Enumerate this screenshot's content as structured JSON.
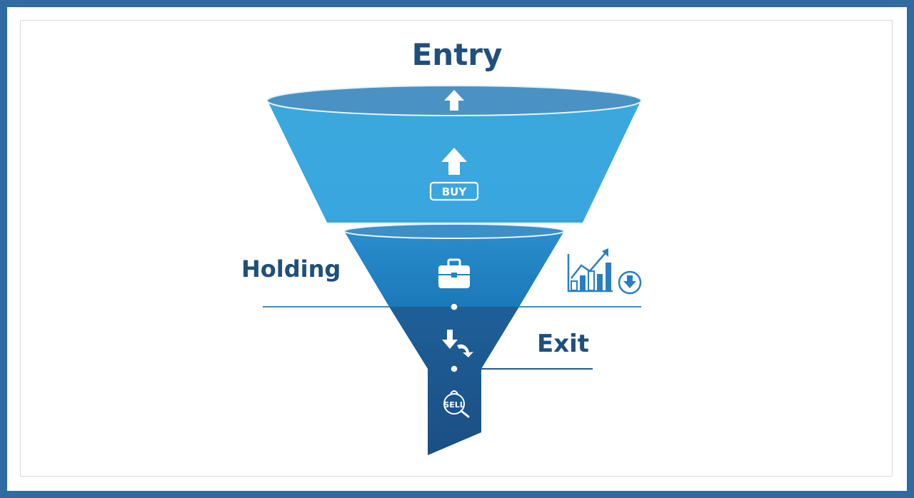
{
  "stages": {
    "entry": {
      "label": "Entry",
      "tag": "BUY"
    },
    "holding": {
      "label": "Holding"
    },
    "exit": {
      "label": "Exit",
      "tag": "SELL"
    }
  },
  "colors": {
    "background_frame": "#2f6aa0",
    "funnel_top": "#3aa8dc",
    "funnel_top_rim": "#4a8fc1",
    "funnel_middle": "#1e86c4",
    "funnel_bottom": "#1c5a92",
    "label_text": "#1f4f7d",
    "guide_line": "#3a8fc8"
  },
  "icons": [
    "arrow-up-icon",
    "buy-tag-icon",
    "briefcase-icon",
    "growth-chart-icon",
    "download-badge-icon",
    "arrows-down-exchange-icon",
    "sell-tag-icon"
  ]
}
